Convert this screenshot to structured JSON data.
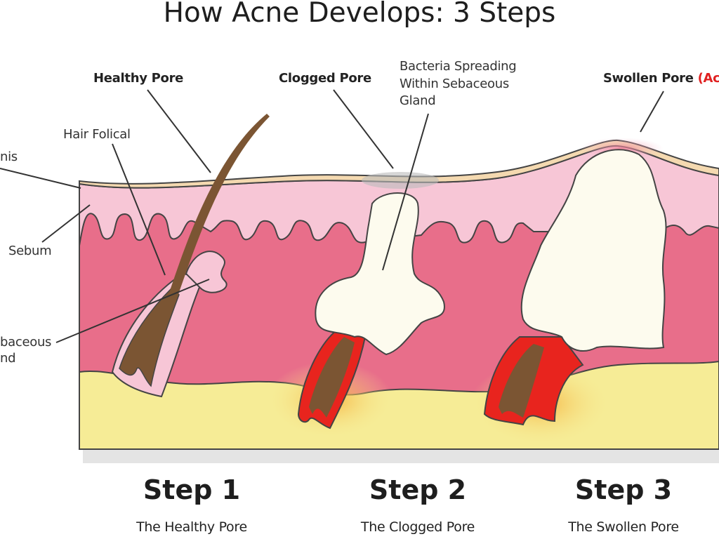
{
  "title": "How Acne Develops: 3 Steps",
  "labels": {
    "healthy_pore": "Healthy Pore",
    "clogged_pore": "Clogged Pore",
    "bacteria": [
      "Bacteria Spreading",
      "Within Sebaceous",
      "Gland"
    ],
    "swollen_pore": "Swollen Pore",
    "swollen_pore_suffix": "(Ac",
    "hair_folical": "Hair Folical",
    "epidermis_fragment": "nis",
    "sebum": "Sebum",
    "sebaceous_gland_fragment": [
      "baceous",
      "nd"
    ]
  },
  "steps": [
    {
      "title": "Step 1",
      "subtitle": "The Healthy Pore"
    },
    {
      "title": "Step 2",
      "subtitle": "The Clogged Pore"
    },
    {
      "title": "Step 3",
      "subtitle": "The Swollen Pore"
    }
  ],
  "colors": {
    "epidermis": "#f4d9b0",
    "upper_dermis": "#f7c6d6",
    "dermis": "#e86e8a",
    "fat": "#f6ec96",
    "hair": "#7b5533",
    "sebum": "#fdfbee",
    "inflamed": "#e8241e"
  }
}
